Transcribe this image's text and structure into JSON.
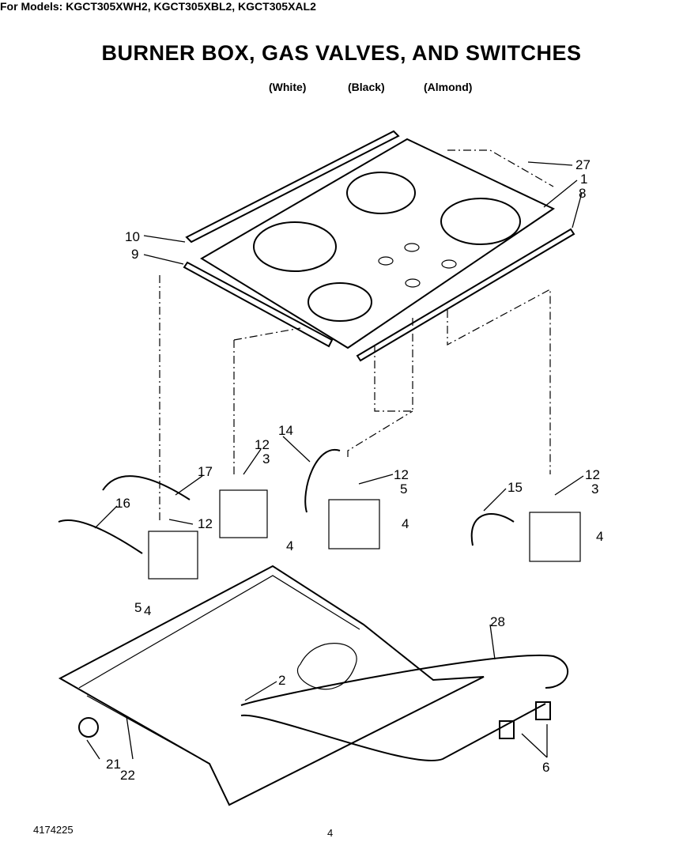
{
  "header": {
    "title": "BURNER BOX, GAS VALVES, AND SWITCHES",
    "models_line": "For Models: KGCT305XWH2, KGCT305XBL2, KGCT305XAL2",
    "colors": {
      "white": "(White)",
      "black": "(Black)",
      "almond": "(Almond)"
    }
  },
  "callouts": {
    "c27": "27",
    "c1": "1",
    "c8": "8",
    "c10": "10",
    "c9": "9",
    "c14": "14",
    "c12a": "12",
    "c3a": "3",
    "c17": "17",
    "c16": "16",
    "c12b": "12",
    "c12c": "12",
    "c5a": "5",
    "c4a": "4",
    "c4b": "4",
    "c12d": "12",
    "c3b": "3",
    "c15": "15",
    "c4c": "4",
    "c5b": "5",
    "c4d": "4",
    "c28": "28",
    "c2": "2",
    "c21": "21",
    "c22": "22",
    "c6": "6"
  },
  "footer": {
    "part_number": "4174225",
    "page_number": "4"
  }
}
